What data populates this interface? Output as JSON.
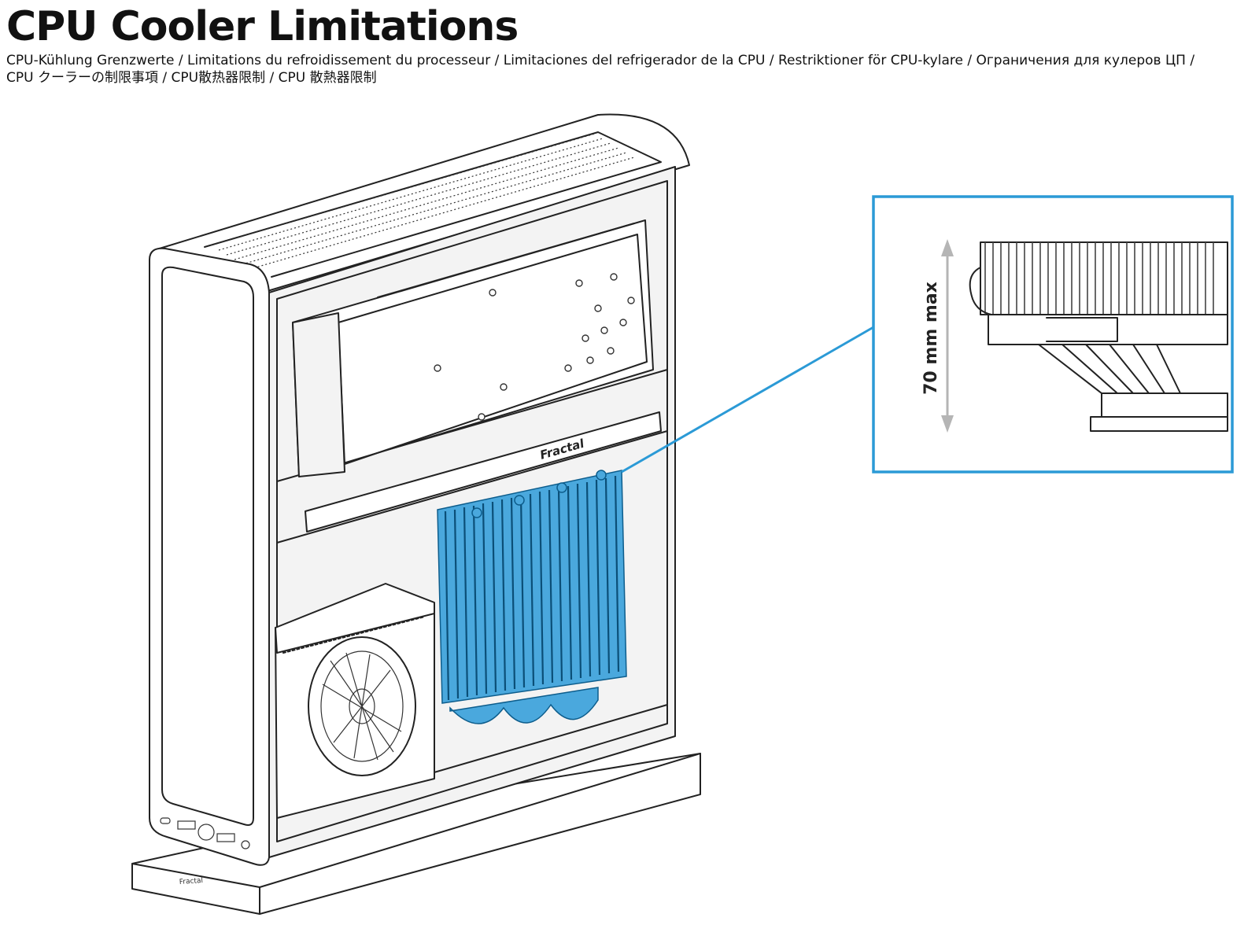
{
  "header": {
    "title": "CPU Cooler Limitations",
    "subtitle_line1": "CPU-Kühlung Grenzwerte / Limitations du refroidissement du processeur / Limitaciones del refrigerador de la CPU / Restriktioner för CPU-kylare / Ограничения для кулеров ЦП /",
    "subtitle_line2": "CPU クーラーの制限事項 / CPU散热器限制 / CPU 散熱器限制"
  },
  "callout": {
    "max_height_label": "70 mm max"
  },
  "case": {
    "brand_label": "Fractal"
  },
  "colors": {
    "highlight": "#3a9fd8",
    "callout_border": "#2b9ad6",
    "line": "#222222"
  },
  "icons": {
    "arrow": "double-headed-arrow",
    "usb_c": "usb-c-port",
    "usb_a": "usb-a-port",
    "power": "power-button",
    "audio": "audio-jack"
  }
}
